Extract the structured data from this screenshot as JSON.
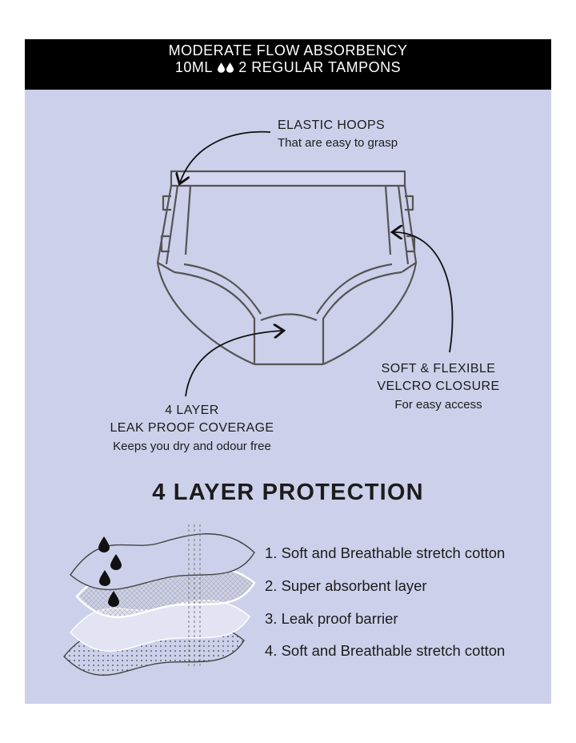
{
  "banner": {
    "line1": "MODERATE FLOW ABSORBENCY",
    "line2_prefix": "10ML",
    "line2_suffix": "2 REGULAR TAMPONS",
    "drop_icon": "water-drop-icon"
  },
  "callouts": {
    "elastic": {
      "heading": "ELASTIC HOOPS",
      "sub": "That are easy to grasp"
    },
    "velcro": {
      "heading_line1": "SOFT & FLEXIBLE",
      "heading_line2": "VELCRO CLOSURE",
      "sub": "For easy access"
    },
    "leak": {
      "heading_line1": "4 LAYER",
      "heading_line2": "LEAK PROOF COVERAGE",
      "sub": "Keeps you dry and odour free"
    }
  },
  "section_title": "4 LAYER PROTECTION",
  "layers": [
    "1. Soft and Breathable stretch cotton",
    "2. Super absorbent layer",
    "3. Leak proof barrier",
    "4. Soft and Breathable stretch cotton"
  ],
  "colors": {
    "panel_bg": "#ccd0ea",
    "banner_bg": "#000000",
    "banner_text": "#ffffff",
    "outline": "#555555",
    "text": "#1c1c1c"
  }
}
